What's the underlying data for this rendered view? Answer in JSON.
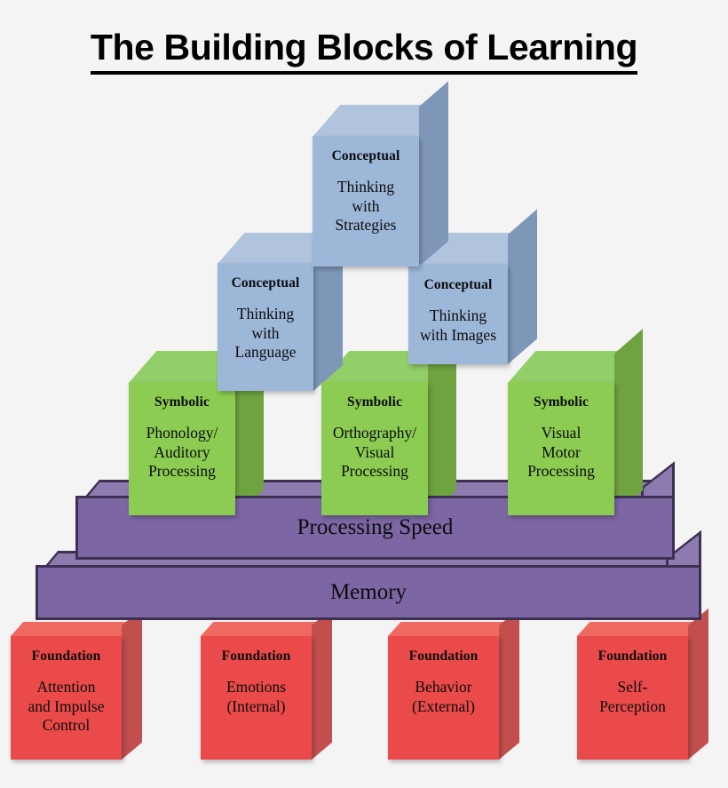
{
  "title": "The Building Blocks of Learning",
  "background_color": "#f4f4f4",
  "levels": {
    "conceptual": {
      "category": "Conceptual",
      "color_front": "#9db7d8",
      "color_side": "#7e97b9",
      "color_top": "#b0c4de",
      "blocks": [
        {
          "category": "Conceptual",
          "title": "Thinking\nwith\nStrategies",
          "position": "top-center"
        },
        {
          "category": "Conceptual",
          "title": "Thinking\nwith\nLanguage",
          "position": "row2-left"
        },
        {
          "category": "Conceptual",
          "title": "Thinking\nwith Images",
          "position": "row2-right"
        }
      ]
    },
    "symbolic": {
      "category": "Symbolic",
      "color_front": "#8ccc52",
      "color_side": "#6fa33f",
      "color_top": "#93cf69",
      "blocks": [
        {
          "category": "Symbolic",
          "title": "Phonology/\nAuditory\nProcessing",
          "position": "row3-left"
        },
        {
          "category": "Symbolic",
          "title": "Orthography/\nVisual\nProcessing",
          "position": "row3-center"
        },
        {
          "category": "Symbolic",
          "title": "Visual\nMotor\nProcessing",
          "position": "row3-right"
        }
      ]
    },
    "slabs": {
      "color_front": "#7d66a4",
      "color_top": "#8d7bb0",
      "color_outline": "#3d3053",
      "items": [
        {
          "label": "Processing Speed",
          "position": "slab-upper"
        },
        {
          "label": "Memory",
          "position": "slab-lower"
        }
      ]
    },
    "foundation": {
      "category": "Foundation",
      "color_front": "#ea4a4a",
      "color_side": "#c24e4e",
      "color_top": "#ef6a60",
      "blocks": [
        {
          "category": "Foundation",
          "title": "Attention\nand Impulse\nControl",
          "position": "foundation-1"
        },
        {
          "category": "Foundation",
          "title": "Emotions\n(Internal)",
          "position": "foundation-2"
        },
        {
          "category": "Foundation",
          "title": "Behavior\n(External)",
          "position": "foundation-3"
        },
        {
          "category": "Foundation",
          "title": "Self-\nPerception",
          "position": "foundation-4"
        }
      ]
    }
  }
}
